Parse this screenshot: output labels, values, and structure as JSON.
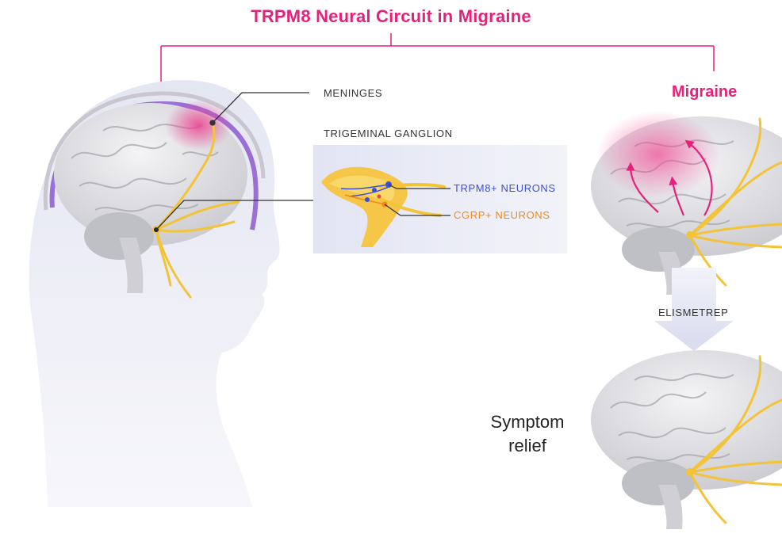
{
  "title": "TRPM8 Neural Circuit in Migraine",
  "labels": {
    "meninges": "MENINGES",
    "trigeminal_ganglion": "TRIGEMINAL GANGLION",
    "trpm8_neurons": "TRPM8+ NEURONS",
    "cgrp_neurons": "CGRP+ NEURONS",
    "migraine": "Migraine",
    "treatment": "ELISMETREP",
    "symptom_relief": "Symptom\nrelief"
  },
  "colors": {
    "accent": "#e6217a",
    "trpm8": "#3b4fd8",
    "cgrp": "#f08a1c",
    "meninges": "#9b6fd6",
    "nerve": "#f3c338",
    "brain": "#e6e6ea",
    "head": "#e6e8f3"
  }
}
